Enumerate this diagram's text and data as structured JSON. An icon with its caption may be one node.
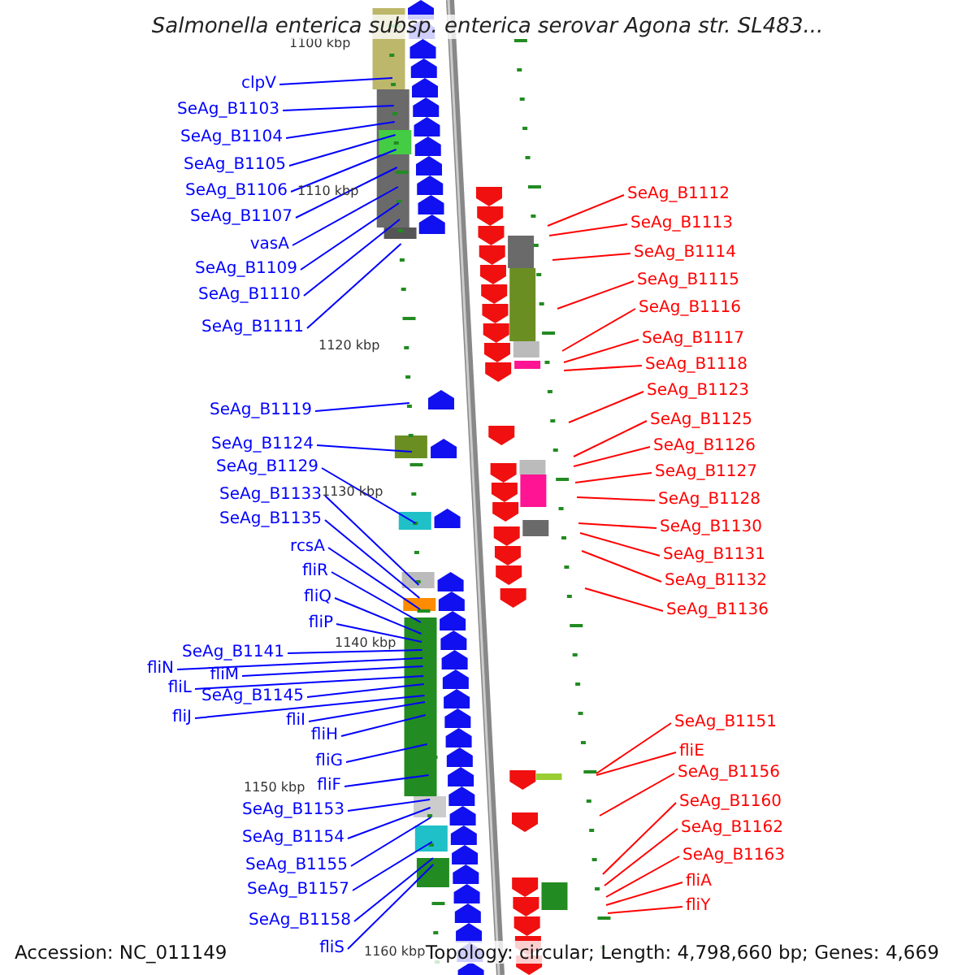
{
  "diagram": {
    "title": "Salmonella enterica subsp. enterica serovar Agona str. SL483...",
    "nodes": [
      {
        "text": [
          "clpV"
        ]
      },
      {
        "text": [
          "SeAg_B1103"
        ]
      },
      {
        "text": [
          "SeAg_B1104"
        ]
      },
      {
        "text": [
          "SeAg_B1105"
        ]
      },
      {
        "text": [
          "SeAg_B1106"
        ]
      },
      {
        "text": [
          "SeAg_B1107"
        ]
      },
      {
        "text": [
          "vasA"
        ]
      },
      {
        "text": [
          "SeAg_B1109"
        ]
      },
      {
        "text": [
          "SeAg_B1110"
        ]
      },
      {
        "text": [
          "SeAg_B1111"
        ]
      },
      {
        "text": [
          "SeAg_B1119"
        ]
      },
      {
        "text": [
          "SeAg_B1124"
        ]
      },
      {
        "text": [
          "SeAg_B1129"
        ]
      },
      {
        "text": [
          "SeAg_B1133"
        ]
      },
      {
        "text": [
          "SeAg_B1135"
        ]
      },
      {
        "text": [
          "rcsA"
        ]
      },
      {
        "text": [
          "fliR"
        ]
      },
      {
        "text": [
          "fliQ"
        ]
      },
      {
        "text": [
          "fliP"
        ]
      },
      {
        "text": [
          "SeAg_B1141"
        ]
      },
      {
        "text": [
          "fliN"
        ]
      },
      {
        "text": [
          "fliM"
        ]
      },
      {
        "text": [
          "fliL"
        ]
      },
      {
        "text": [
          "SeAg_B1145"
        ]
      },
      {
        "text": [
          "fliJ"
        ]
      },
      {
        "text": [
          "fliI"
        ]
      },
      {
        "text": [
          "fliH"
        ]
      },
      {
        "text": [
          "fliG"
        ]
      },
      {
        "text": [
          "fliF"
        ]
      },
      {
        "text": [
          "SeAg_B1153"
        ]
      },
      {
        "text": [
          "SeAg_B1154"
        ]
      },
      {
        "text": [
          "SeAg_B1155"
        ]
      },
      {
        "text": [
          "SeAg_B1157"
        ]
      },
      {
        "text": [
          "SeAg_B1158"
        ]
      },
      {
        "text": [
          "fliS"
        ]
      },
      {
        "text": [
          "SeAg_B1112"
        ]
      },
      {
        "text": [
          "SeAg_B1113"
        ]
      },
      {
        "text": [
          "SeAg_B1114"
        ]
      },
      {
        "text": [
          "SeAg_B1115"
        ]
      },
      {
        "text": [
          "SeAg_B1116"
        ]
      },
      {
        "text": [
          "SeAg_B1117"
        ]
      },
      {
        "text": [
          "SeAg_B1118"
        ]
      },
      {
        "text": [
          "SeAg_B1123"
        ]
      },
      {
        "text": [
          "SeAg_B1125"
        ]
      },
      {
        "text": [
          "SeAg_B1126"
        ]
      },
      {
        "text": [
          "SeAg_B1127"
        ]
      },
      {
        "text": [
          "SeAg_B1128"
        ]
      },
      {
        "text": [
          "SeAg_B1130"
        ]
      },
      {
        "text": [
          "SeAg_B1131"
        ]
      },
      {
        "text": [
          "SeAg_B1132"
        ]
      },
      {
        "text": [
          "SeAg_B1136"
        ]
      },
      {
        "text": [
          "SeAg_B1151"
        ]
      },
      {
        "text": [
          "fliE"
        ]
      },
      {
        "text": [
          "SeAg_B1156"
        ]
      },
      {
        "text": [
          "SeAg_B1160"
        ]
      },
      {
        "text": [
          "SeAg_B1162"
        ]
      },
      {
        "text": [
          "SeAg_B1163"
        ]
      },
      {
        "text": [
          "fliA"
        ]
      },
      {
        "text": [
          "fliY"
        ]
      }
    ],
    "edges": [
      {
        "from": 0,
        "to": null,
        "arrow": "none"
      },
      {
        "from": 1,
        "to": null,
        "arrow": "none"
      },
      {
        "from": 2,
        "to": null,
        "arrow": "none"
      },
      {
        "from": 3,
        "to": null,
        "arrow": "none"
      },
      {
        "from": 4,
        "to": null,
        "arrow": "none"
      },
      {
        "from": 5,
        "to": null,
        "arrow": "none"
      },
      {
        "from": 6,
        "to": null,
        "arrow": "none"
      },
      {
        "from": 7,
        "to": null,
        "arrow": "none"
      },
      {
        "from": 8,
        "to": null,
        "arrow": "none"
      },
      {
        "from": 9,
        "to": null,
        "arrow": "none"
      },
      {
        "from": 10,
        "to": null,
        "arrow": "none"
      },
      {
        "from": 11,
        "to": null,
        "arrow": "none"
      },
      {
        "from": 12,
        "to": null,
        "arrow": "none"
      },
      {
        "from": 13,
        "to": null,
        "arrow": "none"
      },
      {
        "from": 14,
        "to": null,
        "arrow": "none"
      },
      {
        "from": 15,
        "to": null,
        "arrow": "none"
      },
      {
        "from": 16,
        "to": null,
        "arrow": "none"
      },
      {
        "from": 17,
        "to": null,
        "arrow": "none"
      },
      {
        "from": 18,
        "to": null,
        "arrow": "none"
      },
      {
        "from": 19,
        "to": null,
        "arrow": "none"
      },
      {
        "from": 20,
        "to": null,
        "arrow": "none"
      },
      {
        "from": 21,
        "to": null,
        "arrow": "none"
      },
      {
        "from": 22,
        "to": null,
        "arrow": "none"
      },
      {
        "from": 23,
        "to": null,
        "arrow": "none"
      },
      {
        "from": 24,
        "to": null,
        "arrow": "none"
      },
      {
        "from": 25,
        "to": null,
        "arrow": "none"
      },
      {
        "from": 26,
        "to": null,
        "arrow": "none"
      },
      {
        "from": 27,
        "to": null,
        "arrow": "none"
      },
      {
        "from": 28,
        "to": null,
        "arrow": "none"
      },
      {
        "from": 29,
        "to": null,
        "arrow": "none"
      },
      {
        "from": 30,
        "to": null,
        "arrow": "none"
      },
      {
        "from": 31,
        "to": null,
        "arrow": "none"
      },
      {
        "from": 32,
        "to": null,
        "arrow": "none"
      },
      {
        "from": 33,
        "to": null,
        "arrow": "none"
      },
      {
        "from": 34,
        "to": null,
        "arrow": "none"
      },
      {
        "from": 35,
        "to": null,
        "arrow": "none",
        "color": "#ff0000"
      },
      {
        "from": 36,
        "to": null,
        "arrow": "none",
        "color": "#ff0000"
      },
      {
        "from": 37,
        "to": null,
        "arrow": "none",
        "color": "#ff0000"
      },
      {
        "from": 38,
        "to": null,
        "arrow": "none",
        "color": "#ff0000"
      },
      {
        "from": 39,
        "to": null,
        "arrow": "none",
        "color": "#ff0000"
      },
      {
        "from": 40,
        "to": null,
        "arrow": "none",
        "color": "#ff0000"
      },
      {
        "from": 41,
        "to": null,
        "arrow": "none",
        "color": "#ff0000"
      },
      {
        "from": 42,
        "to": null,
        "arrow": "none",
        "color": "#ff0000"
      },
      {
        "from": 43,
        "to": null,
        "arrow": "none",
        "color": "#ff0000"
      },
      {
        "from": 44,
        "to": null,
        "arrow": "none",
        "color": "#ff0000"
      },
      {
        "from": 45,
        "to": null,
        "arrow": "none",
        "color": "#ff0000"
      },
      {
        "from": 46,
        "to": null,
        "arrow": "none",
        "color": "#ff0000"
      },
      {
        "from": 47,
        "to": null,
        "arrow": "none",
        "color": "#ff0000"
      },
      {
        "from": 48,
        "to": null,
        "arrow": "none",
        "color": "#ff0000"
      },
      {
        "from": 49,
        "to": null,
        "arrow": "none",
        "color": "#ff0000"
      },
      {
        "from": 50,
        "to": null,
        "arrow": "none",
        "color": "#ff0000"
      },
      {
        "from": 51,
        "to": null,
        "arrow": "none",
        "color": "#ff0000"
      },
      {
        "from": 52,
        "to": null,
        "arrow": "none",
        "color": "#ff0000"
      },
      {
        "from": 53,
        "to": null,
        "arrow": "none",
        "color": "#ff0000"
      },
      {
        "from": 54,
        "to": null,
        "arrow": "none",
        "color": "#ff0000"
      },
      {
        "from": 55,
        "to": null,
        "arrow": "none",
        "color": "#ff0000"
      },
      {
        "from": 56,
        "to": null,
        "arrow": "none",
        "color": "#ff0000"
      },
      {
        "from": 57,
        "to": null,
        "arrow": "none",
        "color": "#ff0000"
      },
      {
        "from": 58,
        "to": null,
        "arrow": "none",
        "color": "#ff0000"
      }
    ],
    "labels": [
      "1100 kbp",
      "1110 kbp",
      "1120 kbp",
      "1130 kbp",
      "1140 kbp",
      "1150 kbp",
      "1160 kbp",
      "Accession: NC_011149",
      "Topology: circular; Length: 4,798,660 bp; Genes: 4,669"
    ]
  }
}
